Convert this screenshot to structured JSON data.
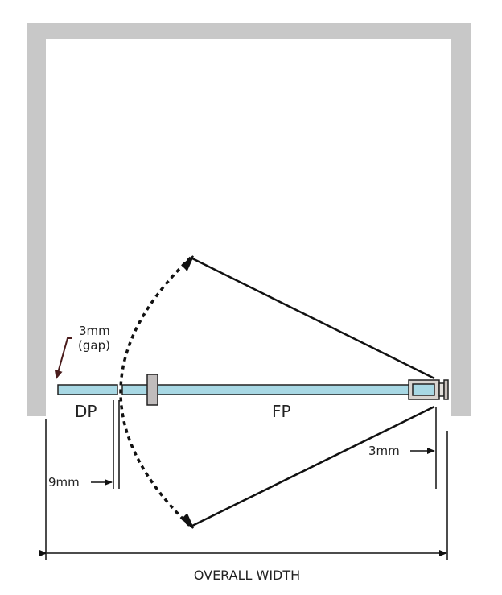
{
  "labels": {
    "gap_value": "3mm",
    "gap_note": "(gap)",
    "door_panel": "DP",
    "fixed_panel": "FP",
    "left_offset": "9mm",
    "right_offset": "3mm",
    "overall_width": "OVERALL WIDTH"
  },
  "colors": {
    "wall": "#c8c8c8",
    "glass": "#a8d8e4",
    "bracket": "#c0bcbc",
    "gap_arrow": "#4a1c1c"
  }
}
